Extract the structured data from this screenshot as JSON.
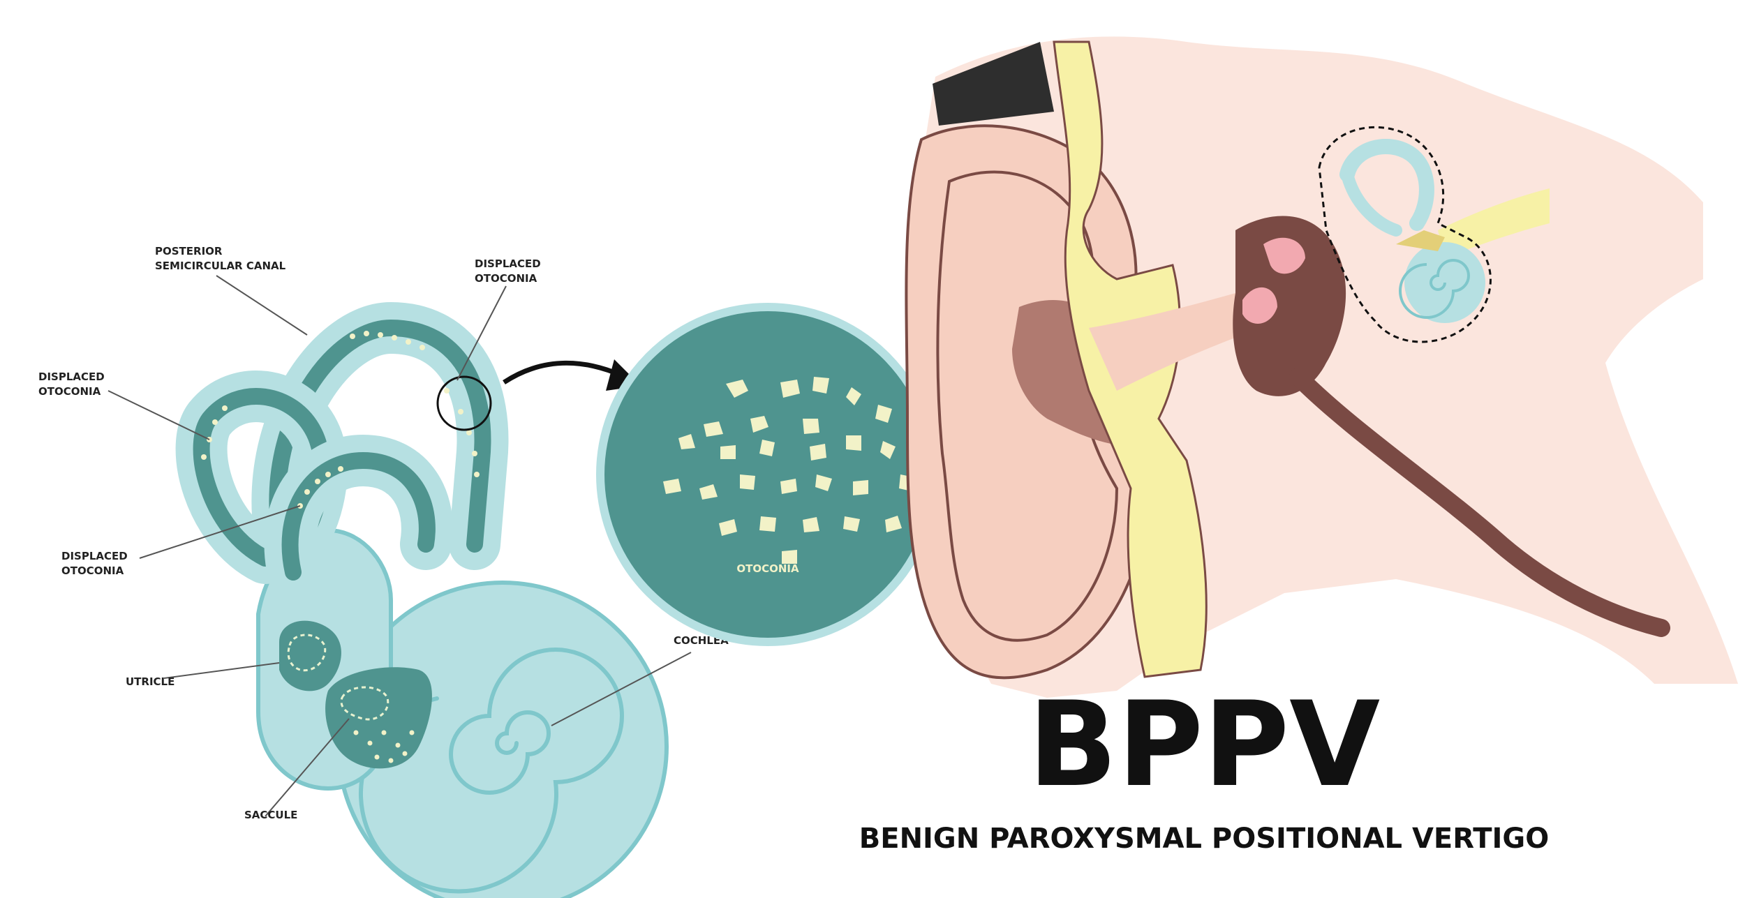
{
  "labels": {
    "posterior_canal_line1": "POSTERIOR",
    "posterior_canal_line2": "SEMICIRCULAR CANAL",
    "displaced_top_line1": "DISPLACED",
    "displaced_top_line2": "OTOCONIA",
    "displaced_left_line1": "DISPLACED",
    "displaced_left_line2": "OTOCONIA",
    "displaced_mid_line1": "DISPLACED",
    "displaced_mid_line2": "OTOCONIA",
    "utricle": "UTRICLE",
    "saccule": "SACCULE",
    "cochlea": "COCHLEA",
    "otoconia_zoom": "OTOCONIA"
  },
  "title": {
    "acronym": "BPPV",
    "full_name": "BENIGN PAROXYSMAL POSITIONAL VERTIGO"
  },
  "colors": {
    "canal_light": "#b6e0e2",
    "canal_outline": "#7fc7cb",
    "canal_dark": "#4f948f",
    "crystal": "#f2f2c8",
    "skin": "#f6cfc0",
    "skin_light": "#fbe5dd",
    "skin_dark": "#b07a70",
    "cartilage": "#f7f1a6",
    "canal_brown": "#7a4a44",
    "hair": "#2e2e2e",
    "ink": "#111111"
  }
}
